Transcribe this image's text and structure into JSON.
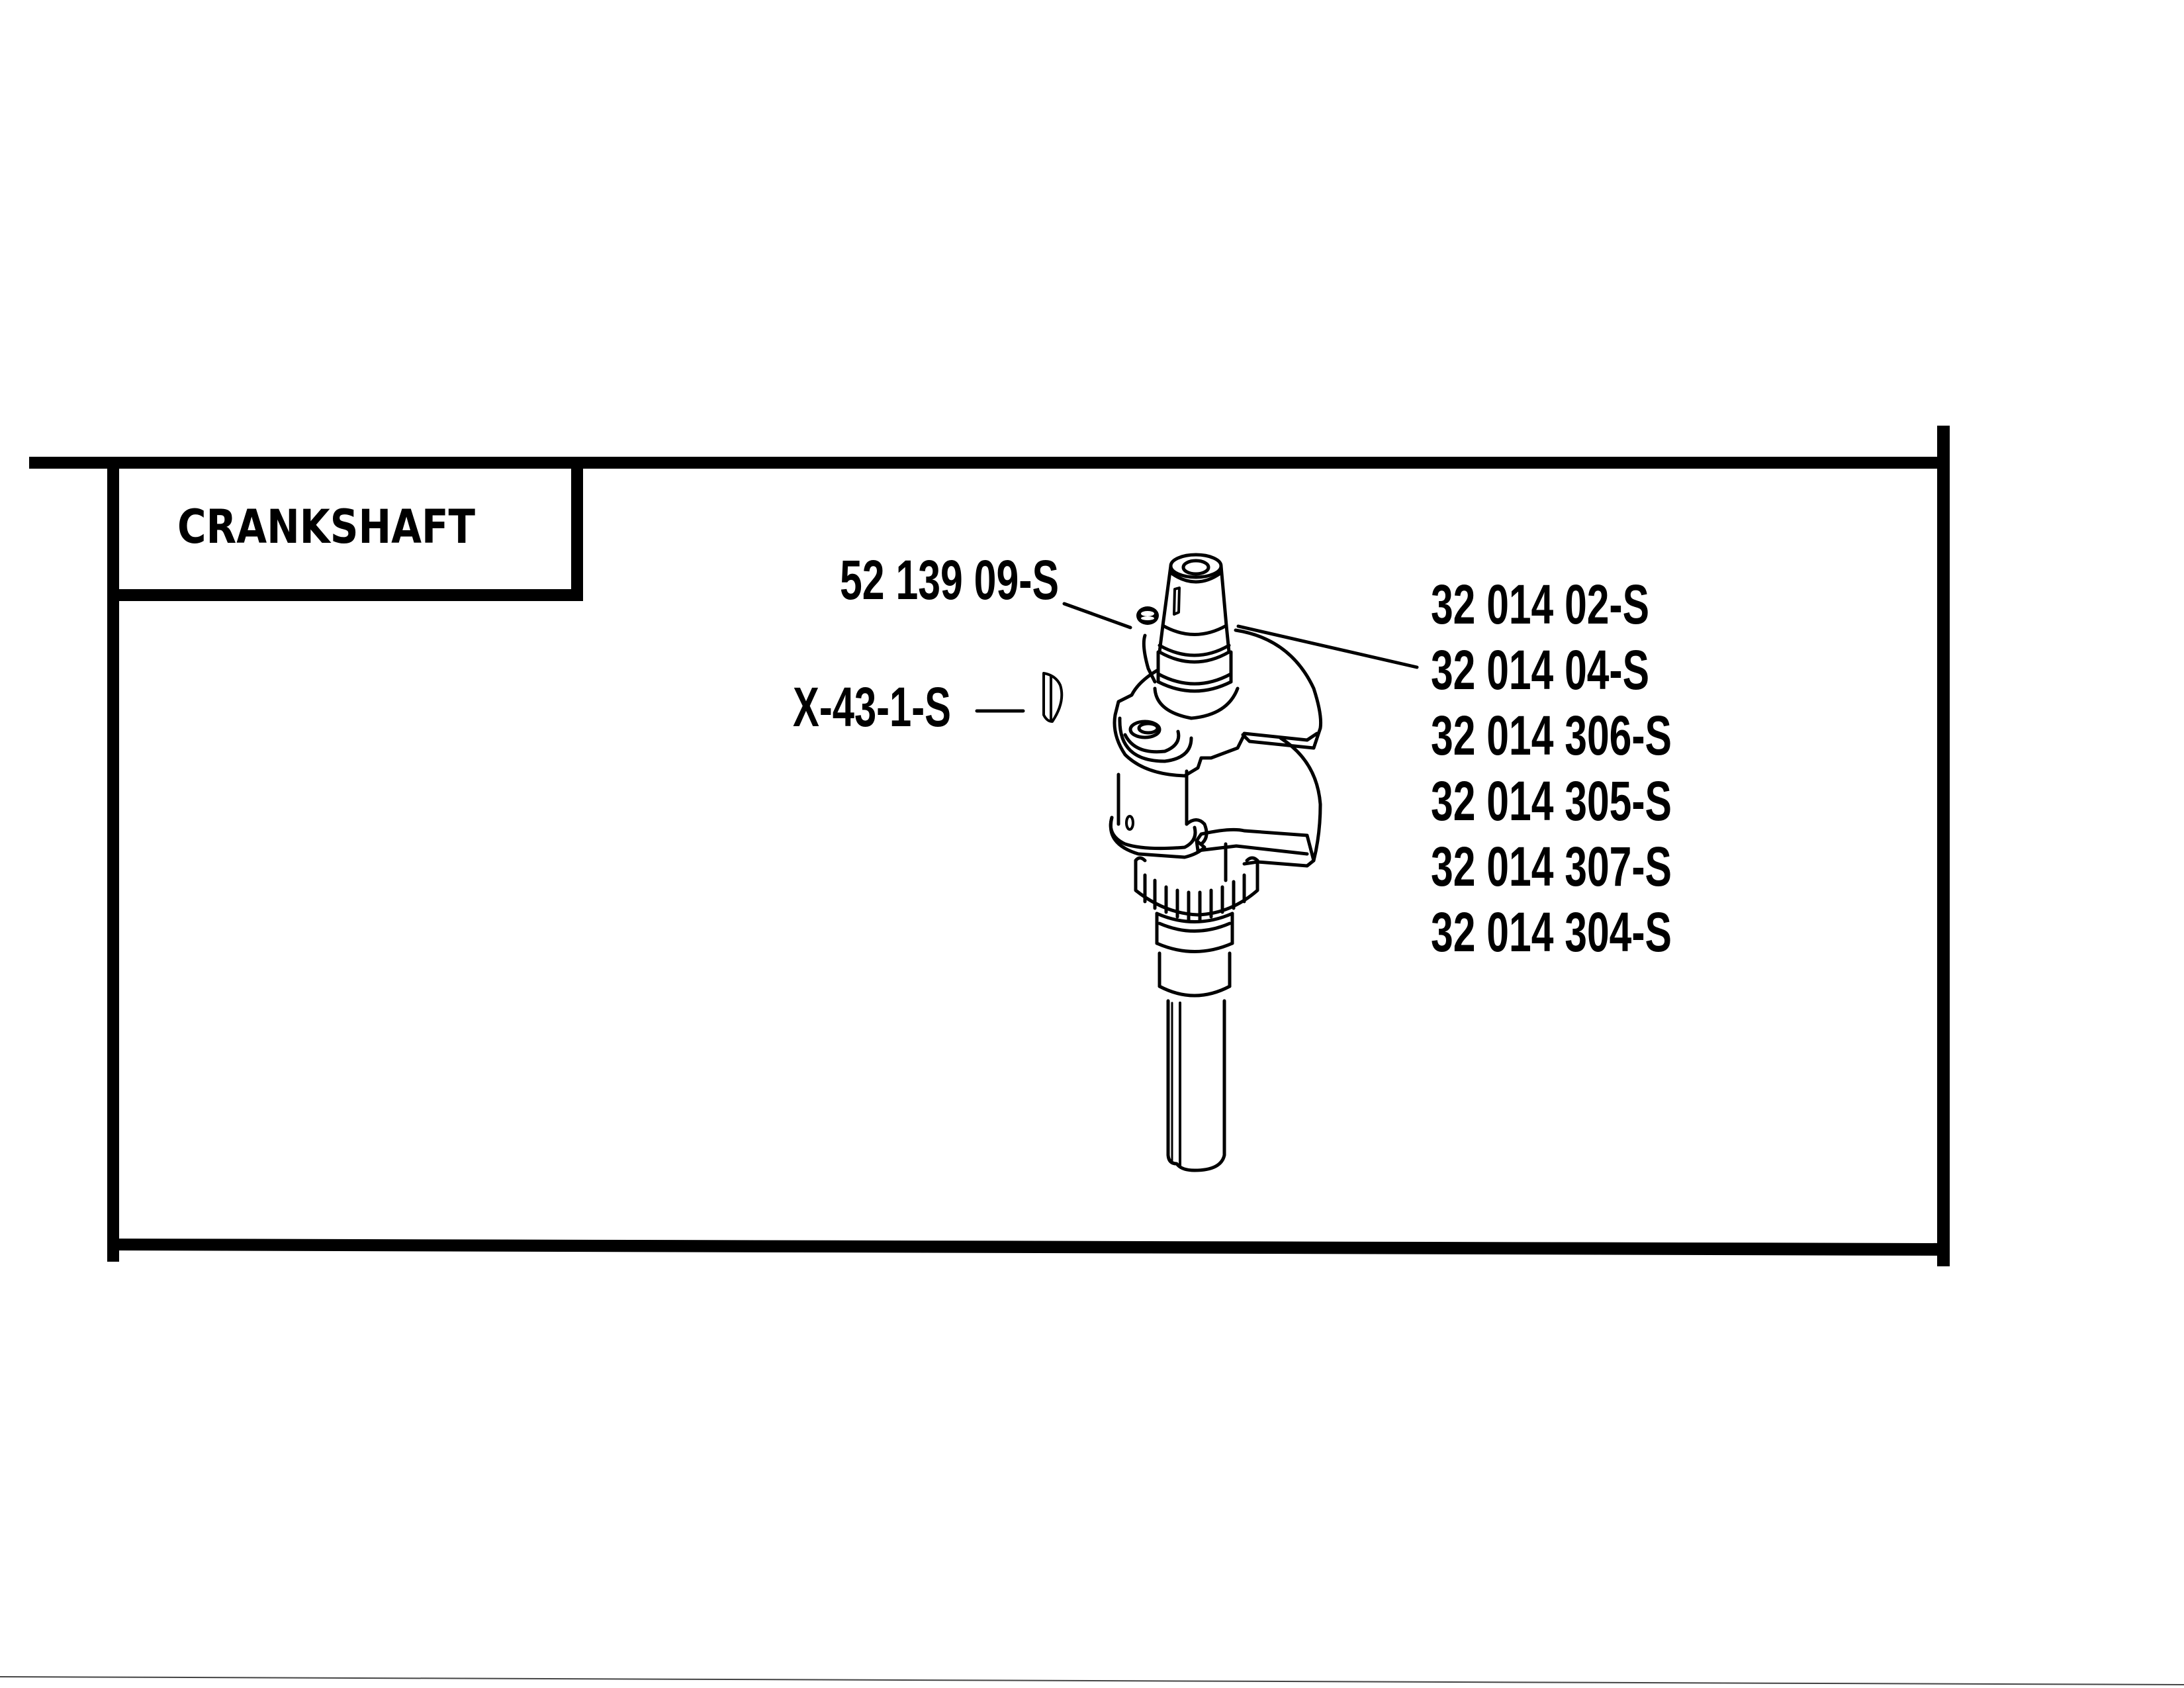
{
  "section": {
    "title": "CRANKSHAFT"
  },
  "figure": {
    "name": "crankshaft-exploded-view",
    "callouts_left": [
      {
        "part_number": "52 139 09-S",
        "points_to": "nut"
      },
      {
        "part_number": "X-43-1-S",
        "points_to": "woodruff-key"
      }
    ],
    "callouts_right": [
      {
        "part_number": "32 014 02-S"
      },
      {
        "part_number": "32 014 04-S"
      },
      {
        "part_number": "32 014 306-S"
      },
      {
        "part_number": "32 014 305-S"
      },
      {
        "part_number": "32 014 307-S"
      },
      {
        "part_number": "32 014 304-S"
      }
    ]
  },
  "colors": {
    "ink": "#000000",
    "paper": "#ffffff"
  }
}
